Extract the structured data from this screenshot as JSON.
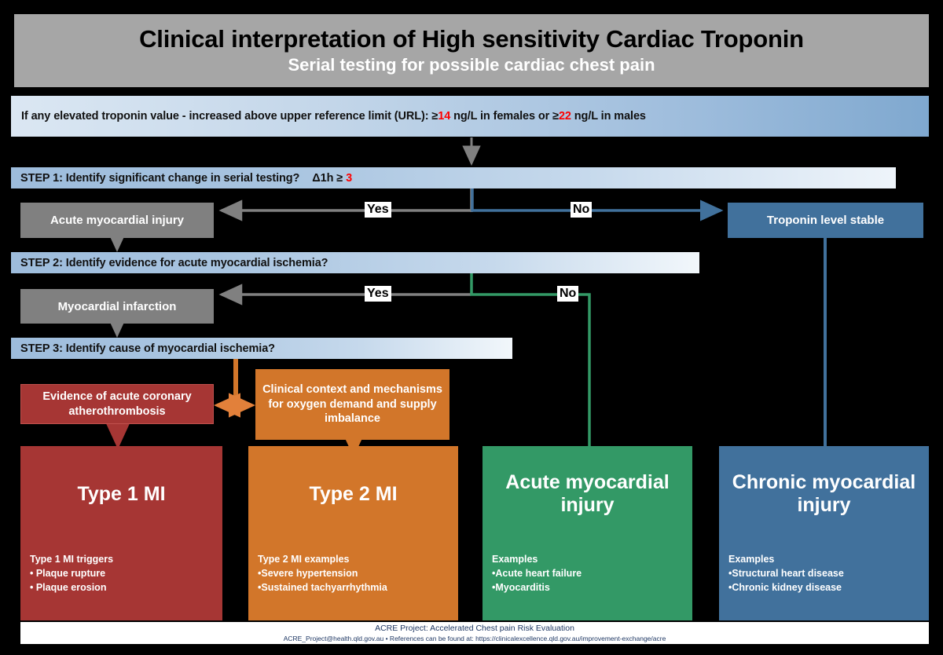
{
  "header": {
    "title": "Clinical interpretation of High sensitivity Cardiac Troponin",
    "subtitle": "Serial testing for possible cardiac chest pain",
    "bg_color": "#a6a6a6"
  },
  "url_banner": {
    "text_before": "If any elevated troponin value - increased above upper reference limit (URL): ≥14",
    "text_part1": "If any elevated troponin value - increased above upper reference limit (URL): ≥",
    "value_female": "14",
    "text_mid": " ng/L in females or ≥",
    "value_male": "22",
    "text_end": " ng/L in males"
  },
  "steps": {
    "step1": {
      "label": "STEP 1: Identify significant change in serial testing?",
      "delta": "Δ1h ≥",
      "delta_value": "3"
    },
    "step2": {
      "label": "STEP 2: Identify evidence for acute myocardial ischemia?"
    },
    "step3": {
      "label": "STEP 3: Identify cause of myocardial ischemia?"
    }
  },
  "branch_labels": {
    "yes1": "Yes",
    "no1": "No",
    "yes2": "Yes",
    "no2": "No"
  },
  "result_boxes": {
    "acute_myocardial_injury": "Acute myocardial injury",
    "myocardial_infarction": "Myocardial infarction",
    "troponin_level_stable": "Troponin level stable"
  },
  "cause_boxes": {
    "evidence": "Evidence of acute coronary atherothrombosis",
    "context": "Clinical context and mechanisms for oxygen demand and supply imbalance"
  },
  "outcomes": [
    {
      "id": "type1",
      "title": "Type 1 MI",
      "examples_heading": "Type 1 MI triggers",
      "examples": [
        "• Plaque rupture",
        "• Plaque erosion"
      ],
      "color": "#a63634"
    },
    {
      "id": "type2",
      "title": "Type 2 MI",
      "examples_heading": "Type 2 MI examples",
      "examples": [
        "•Severe hypertension",
        "•Sustained tachyarrhythmia"
      ],
      "color": "#d2762a"
    },
    {
      "id": "acute",
      "title": "Acute myocardial injury",
      "examples_heading": "Examples",
      "examples": [
        "•Acute heart failure",
        "•Myocarditis"
      ],
      "color": "#339966"
    },
    {
      "id": "chronic",
      "title": "Chronic myocardial injury",
      "examples_heading": "Examples",
      "examples": [
        "•Structural heart disease",
        "•Chronic kidney disease"
      ],
      "color": "#41719c"
    }
  ],
  "footer": {
    "line1": "ACRE Project: Accelerated Chest pain Risk Evaluation",
    "line2": "ACRE_Project@health.qld.gov.au • References can be found at: https://clinicalexcellence.qld.gov.au/improvement-exchange/acre"
  },
  "colors": {
    "red": "#a63634",
    "orange": "#d2762a",
    "green": "#339966",
    "blue": "#41719c",
    "grey": "#808080",
    "highlight_red": "#ff0000"
  }
}
